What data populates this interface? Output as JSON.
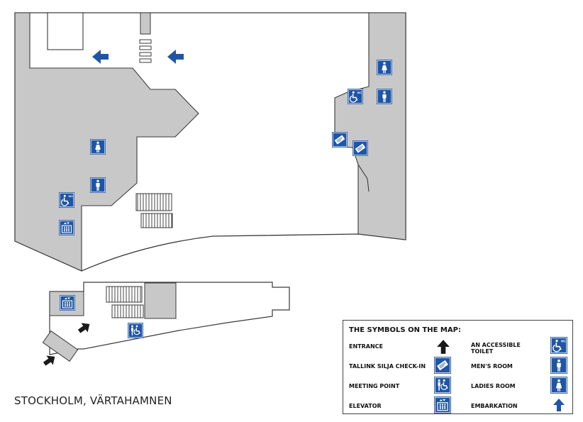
{
  "caption": "STOCKHOLM, VÄRTAHAMNEN",
  "legend": {
    "title": "THE SYMBOLS ON THE MAP:",
    "items": [
      {
        "label": "ENTRANCE",
        "icon": "entrance-arrow-icon"
      },
      {
        "label": "TALLINK SILJA CHECK-IN",
        "icon": "check-in-icon"
      },
      {
        "label": "MEETING POINT",
        "icon": "meeting-point-icon"
      },
      {
        "label": "ELEVATOR",
        "icon": "elevator-icon"
      },
      {
        "label": "AN ACCESSIBLE TOILET",
        "icon": "accessible-toilet-icon"
      },
      {
        "label": "MEN'S ROOM",
        "icon": "mens-room-icon"
      },
      {
        "label": "LADIES ROOM",
        "icon": "ladies-room-icon"
      },
      {
        "label": "EMBARKATION",
        "icon": "embarkation-arrow-icon"
      }
    ],
    "wc_text": "WC"
  },
  "colors": {
    "icon_blue": "#1f55a5",
    "floor_gray": "#c8c8c9",
    "arrow_dark": "#1a1a1a",
    "outline": "#3a3a3a"
  }
}
